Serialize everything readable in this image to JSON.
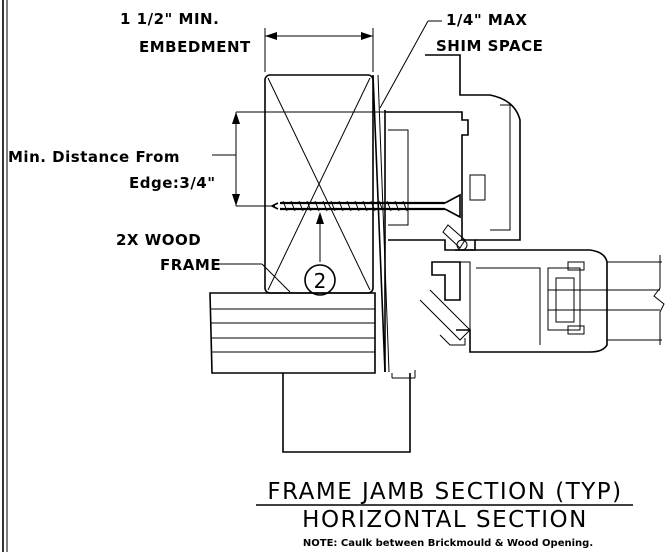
{
  "labels": {
    "embedment_line1": "1 1/2\" MIN.",
    "embedment_line2": "EMBEDMENT",
    "shim_line1": "1/4\" MAX",
    "shim_line2": "SHIM SPACE",
    "min_distance_line1": "Min. Distance From",
    "min_distance_line2": "Edge:3/4\"",
    "wood_frame_line1": "2X WOOD",
    "wood_frame_line2": "FRAME",
    "callout_number": "2"
  },
  "titles": {
    "main": "FRAME JAMB SECTION (TYP)",
    "sub": "HORIZONTAL SECTION",
    "note": "NOTE: Caulk between Brickmould & Wood Opening."
  }
}
